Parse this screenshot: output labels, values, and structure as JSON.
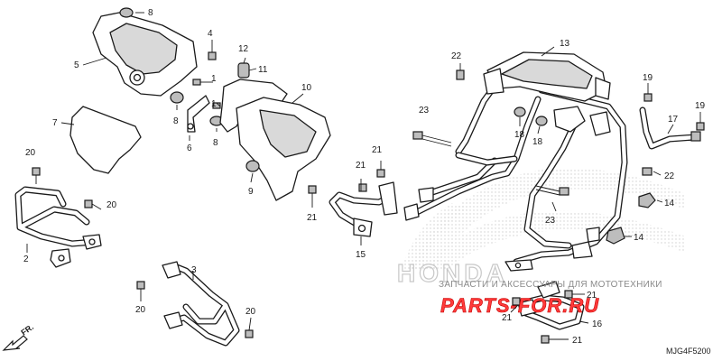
{
  "diagram": {
    "code": "MJG4F5200",
    "direction_label": "FR.",
    "watermark": {
      "tagline": "ЗАПЧАСТИ И АКСЕССУАРЫ ДЛЯ МОТОТЕХНИКИ",
      "logo": "PARTS-FOR.RU",
      "brand": "HONDA"
    },
    "callouts": {
      "c1a": "1",
      "c1b": "1",
      "c2": "2",
      "c3": "3",
      "c4": "4",
      "c5": "5",
      "c6": "6",
      "c7": "7",
      "c8a": "8",
      "c8b": "8",
      "c8c": "8",
      "c9": "9",
      "c10": "10",
      "c11": "11",
      "c12": "12",
      "c13": "13",
      "c14a": "14",
      "c14b": "14",
      "c15": "15",
      "c16": "16",
      "c17": "17",
      "c18a": "18",
      "c18b": "18",
      "c19a": "19",
      "c19b": "19",
      "c20a": "20",
      "c20b": "20",
      "c20c": "20",
      "c20d": "20",
      "c21a": "21",
      "c21b": "21",
      "c21c": "21",
      "c21d": "21",
      "c21e": "21",
      "c21f": "21",
      "c22a": "22",
      "c22b": "22",
      "c23a": "23",
      "c23b": "23"
    },
    "colors": {
      "line": "#1a1a1a",
      "watermark_red": "#ff3b3b",
      "watermark_grey": "#8a8a8a"
    }
  }
}
